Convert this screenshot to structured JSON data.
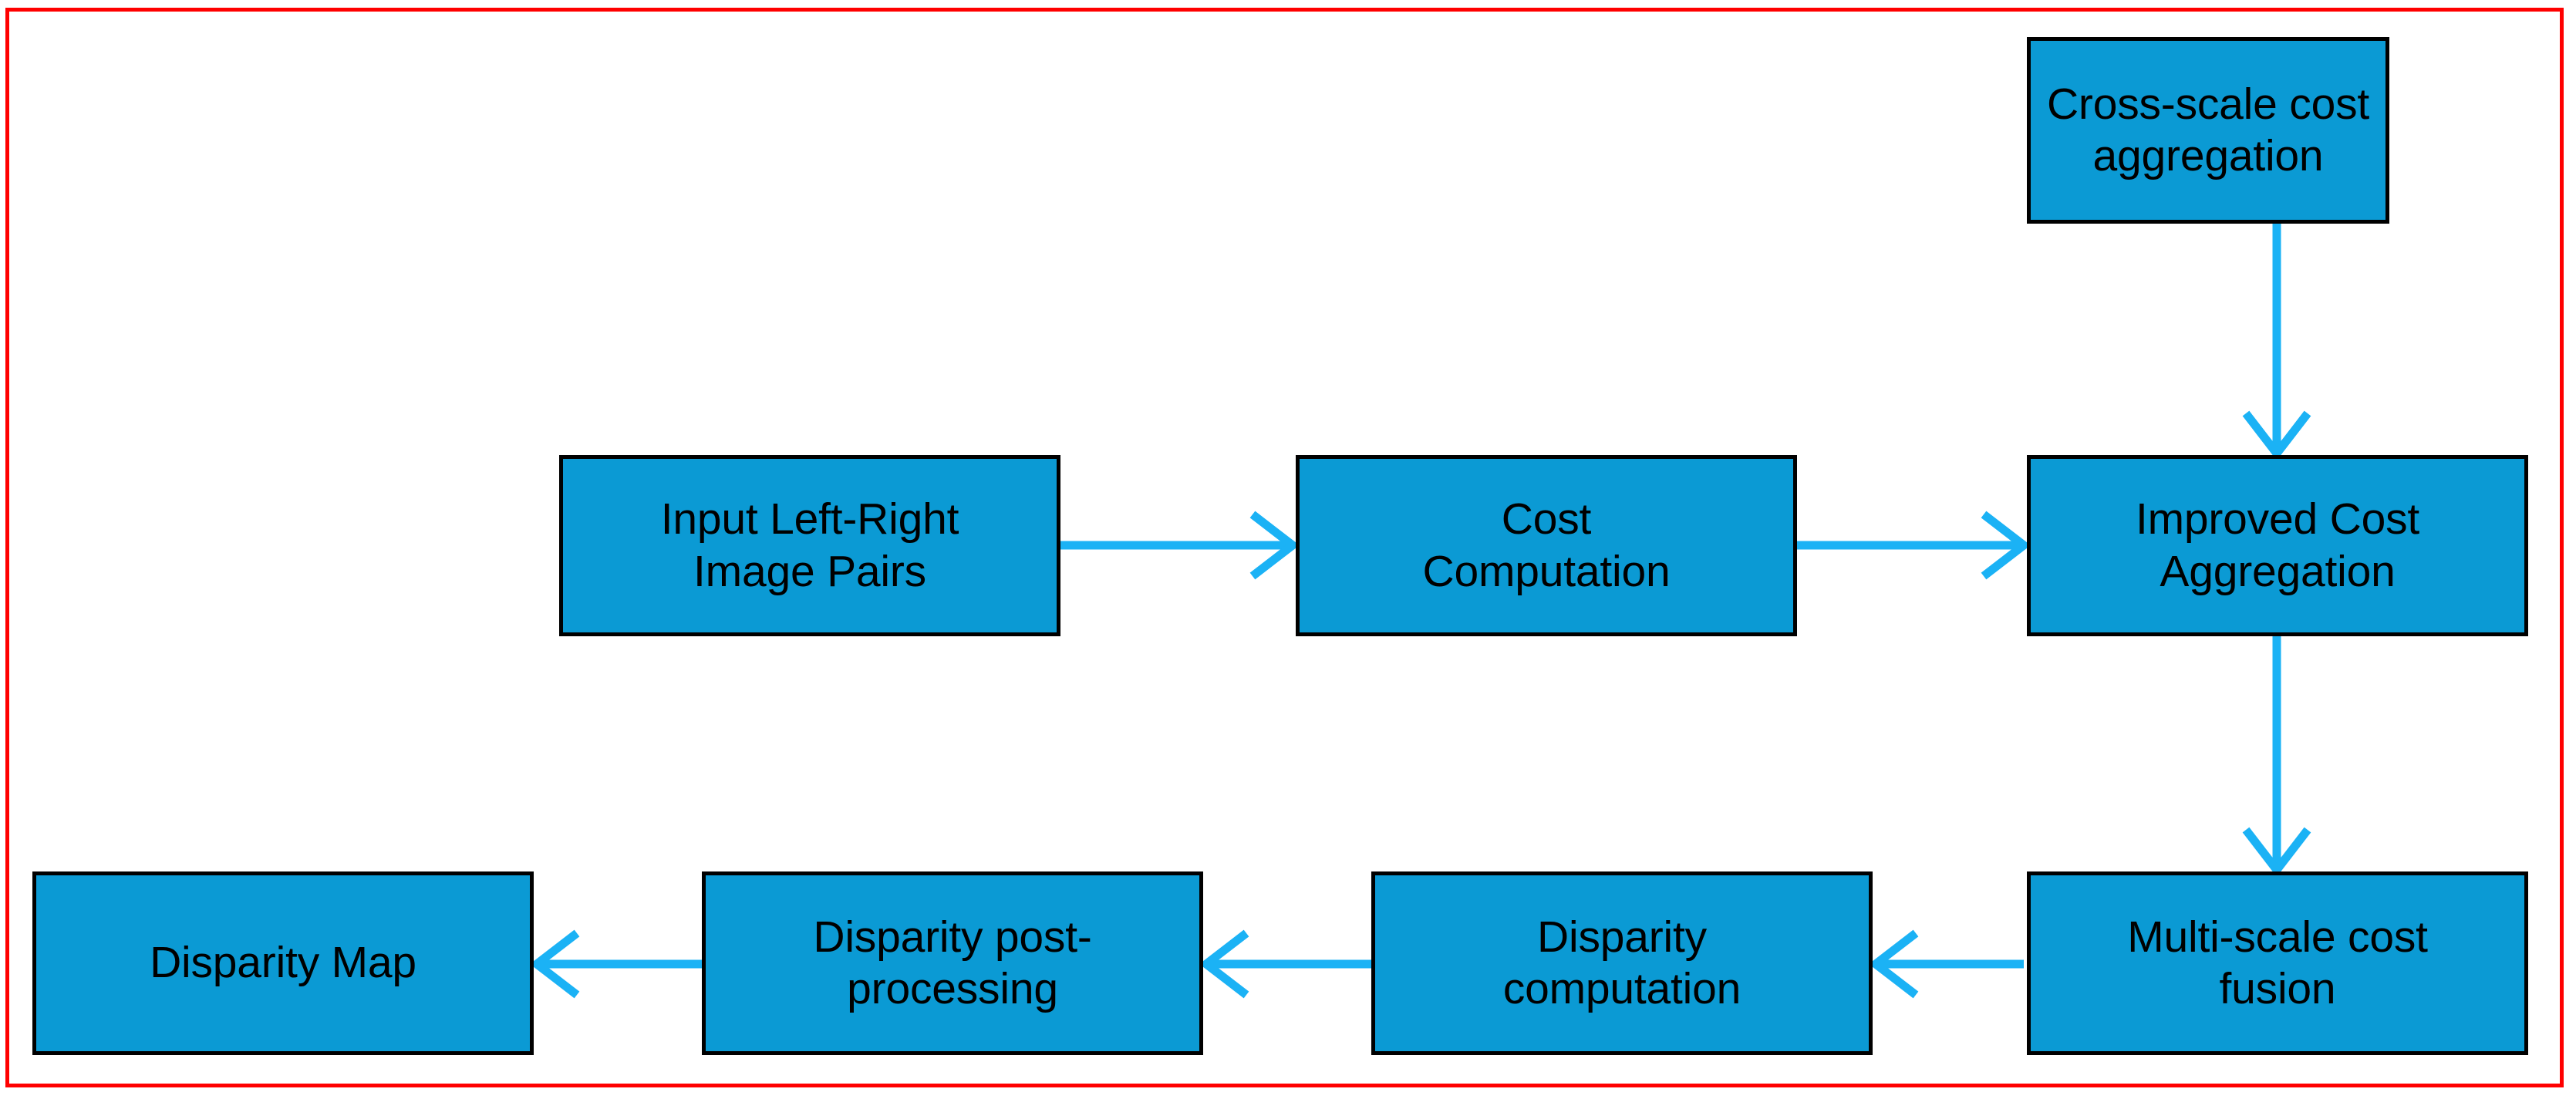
{
  "figure": {
    "kind": "flowchart",
    "title": "Stereo matching pipeline with improved cross-scale cost aggregation",
    "frame_color": "#ff0000",
    "node_fill": "#0b9ad4",
    "node_border": "#000000",
    "arrow_color": "#1bb2f5",
    "background": "#ffffff"
  },
  "nodes": {
    "cross_scale_cost_aggregation": "Cross-scale cost\naggregation",
    "input_left_right_image_pairs": "Input Left-Right\nImage Pairs",
    "cost_computation": "Cost\nComputation",
    "improved_cost_aggregation": "Improved Cost\nAggregation",
    "multi_scale_cost_fusion": "Multi-scale cost\nfusion",
    "disparity_computation": "Disparity\ncomputation",
    "disparity_post_processing": "Disparity post-\nprocessing",
    "disparity_map": "Disparity Map"
  },
  "edges": [
    {
      "from": "input_left_right_image_pairs",
      "to": "cost_computation",
      "direction": "right"
    },
    {
      "from": "cost_computation",
      "to": "improved_cost_aggregation",
      "direction": "right"
    },
    {
      "from": "cross_scale_cost_aggregation",
      "to": "improved_cost_aggregation",
      "direction": "down"
    },
    {
      "from": "improved_cost_aggregation",
      "to": "multi_scale_cost_fusion",
      "direction": "down"
    },
    {
      "from": "multi_scale_cost_fusion",
      "to": "disparity_computation",
      "direction": "left"
    },
    {
      "from": "disparity_computation",
      "to": "disparity_post_processing",
      "direction": "left"
    },
    {
      "from": "disparity_post_processing",
      "to": "disparity_map",
      "direction": "left"
    }
  ]
}
